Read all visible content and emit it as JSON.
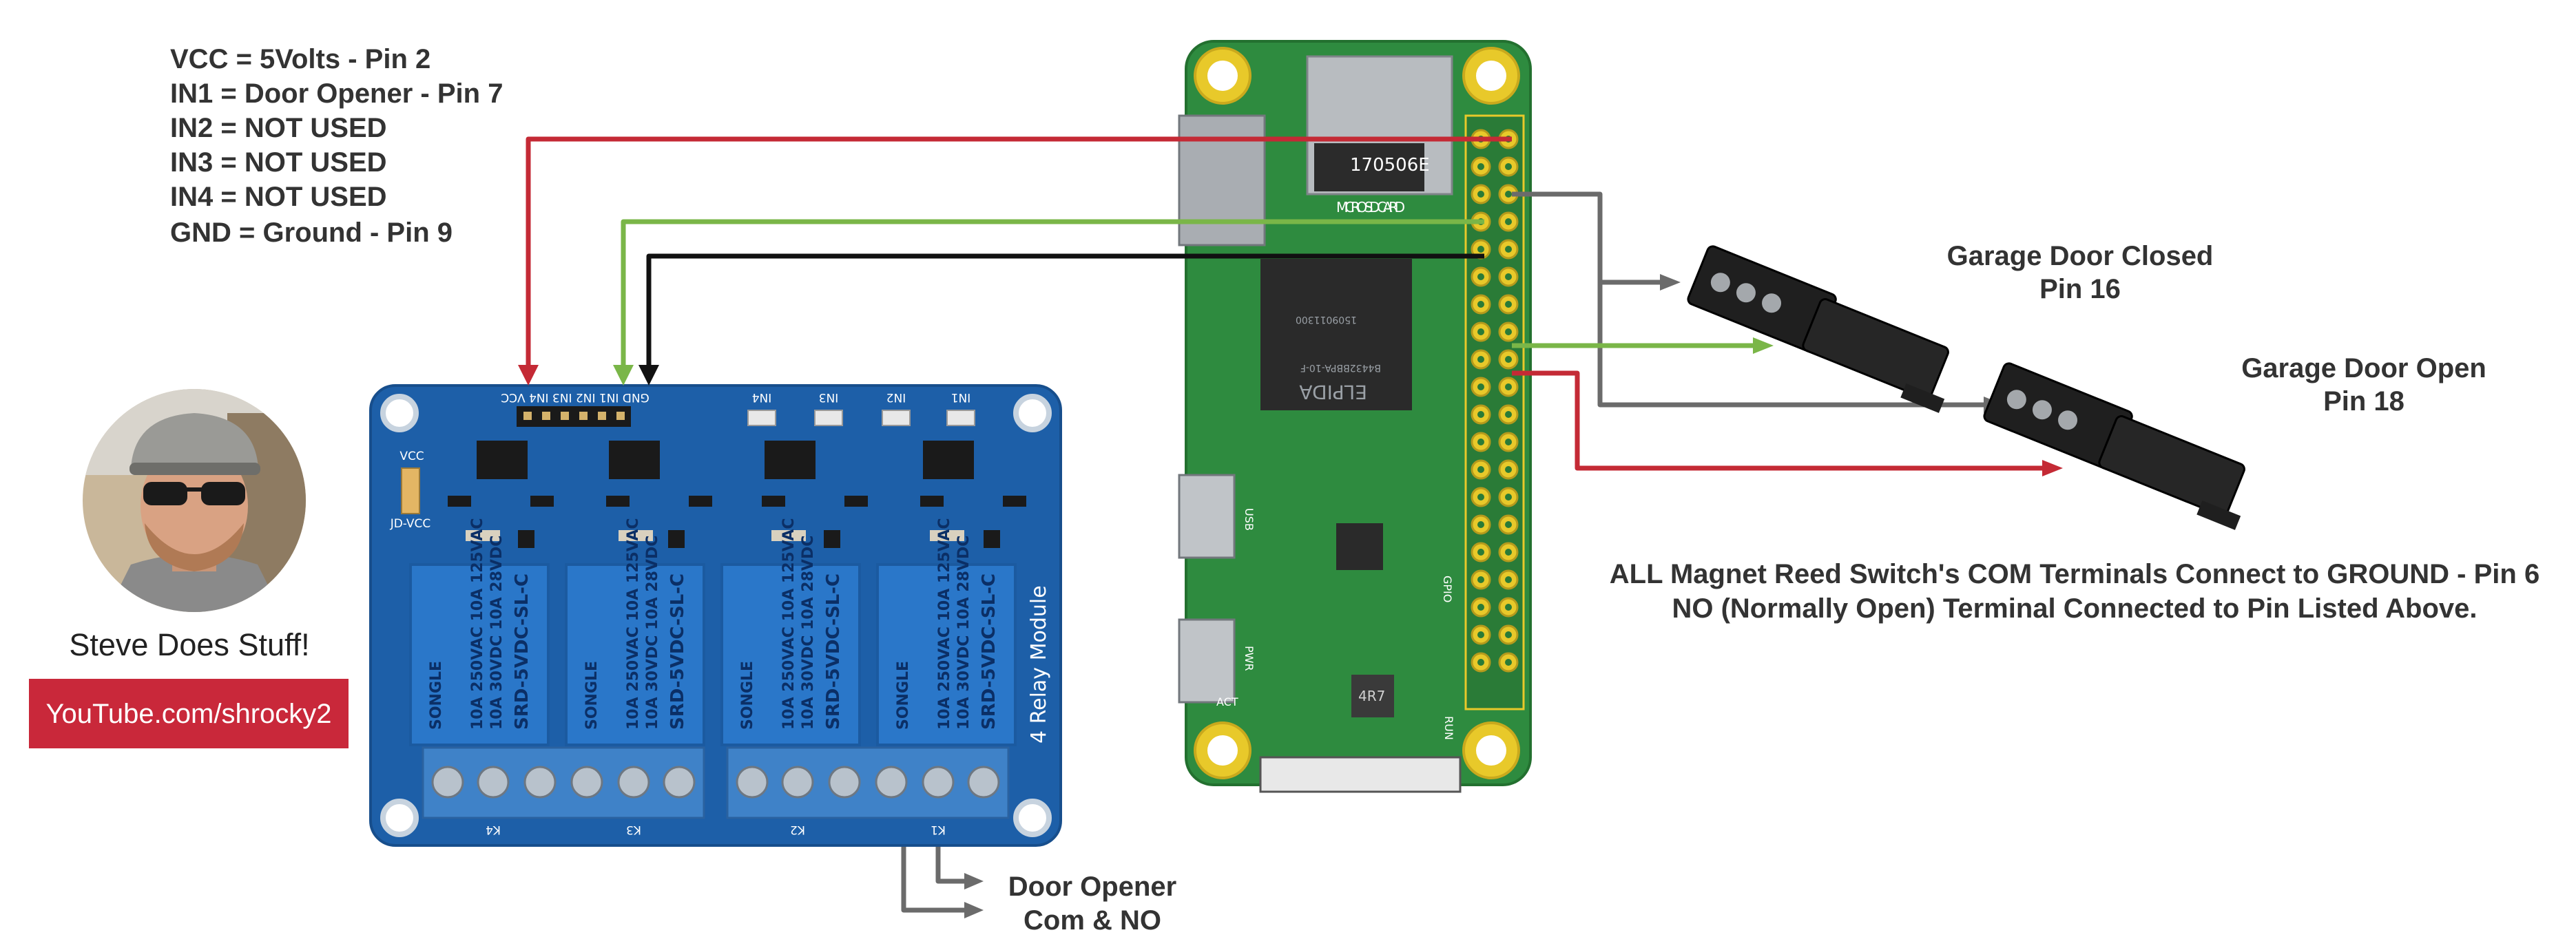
{
  "pin_legend": [
    {
      "text": "VCC = 5Volts - Pin 2"
    },
    {
      "text": "IN1 = Door Opener - Pin 7"
    },
    {
      "text": "IN2 = NOT USED"
    },
    {
      "text": "IN3 = NOT USED"
    },
    {
      "text": "IN4 = NOT USED"
    },
    {
      "text": "GND = Ground - Pin 9"
    }
  ],
  "author": {
    "name": "Steve Does Stuff!",
    "channel_button": "YouTube.com/shrocky2"
  },
  "relay_module": {
    "title": "4 Relay Module",
    "header_label": "GND IN1 IN2 IN3 IN4 VCC",
    "input_labels": [
      "IN4",
      "IN3",
      "IN2",
      "IN1"
    ],
    "side_labels": [
      "VCC",
      "JD-VCC"
    ],
    "relay_brand": "SONGLE",
    "relay_model": "SRD-5VDC-SL-C",
    "relay_rating_ac": "10A 250VAC 10A 125VAC",
    "relay_rating_dc": "10A 30VDC 10A 28VDC",
    "terminal_labels": [
      "K4",
      "K3",
      "K2",
      "K1"
    ]
  },
  "pi_board": {
    "sd_label": "MICRO SD CARD",
    "sd_code": "170506E",
    "chip_brand": "ELPIDA",
    "chip_code": "B4432BBPA-10-F",
    "chip_serial": "1509011300",
    "inductor_label": "4R7",
    "pin_labels": [
      "GPIO",
      "USB",
      "PWR",
      "ACT",
      "RUN"
    ]
  },
  "sensors": {
    "closed_label_line1": "Garage Door Closed",
    "closed_label_line2": "Pin 16",
    "open_label_line1": "Garage Door Open",
    "open_label_line2": "Pin 18"
  },
  "notes": {
    "line1": "ALL Magnet Reed Switch's COM Terminals Connect to GROUND - Pin 6",
    "line2": "NO (Normally Open) Terminal Connected to Pin Listed Above."
  },
  "door_opener": {
    "line1": "Door Opener",
    "line2": "Com & NO"
  },
  "colors": {
    "wire_red": "#c42a35",
    "wire_green": "#7ab648",
    "wire_black": "#111111",
    "wire_gray": "#6b6b6b",
    "relay_board": "#1d5fa8",
    "pi_board": "#2e8b3f",
    "youtube_button": "#c9283a"
  }
}
